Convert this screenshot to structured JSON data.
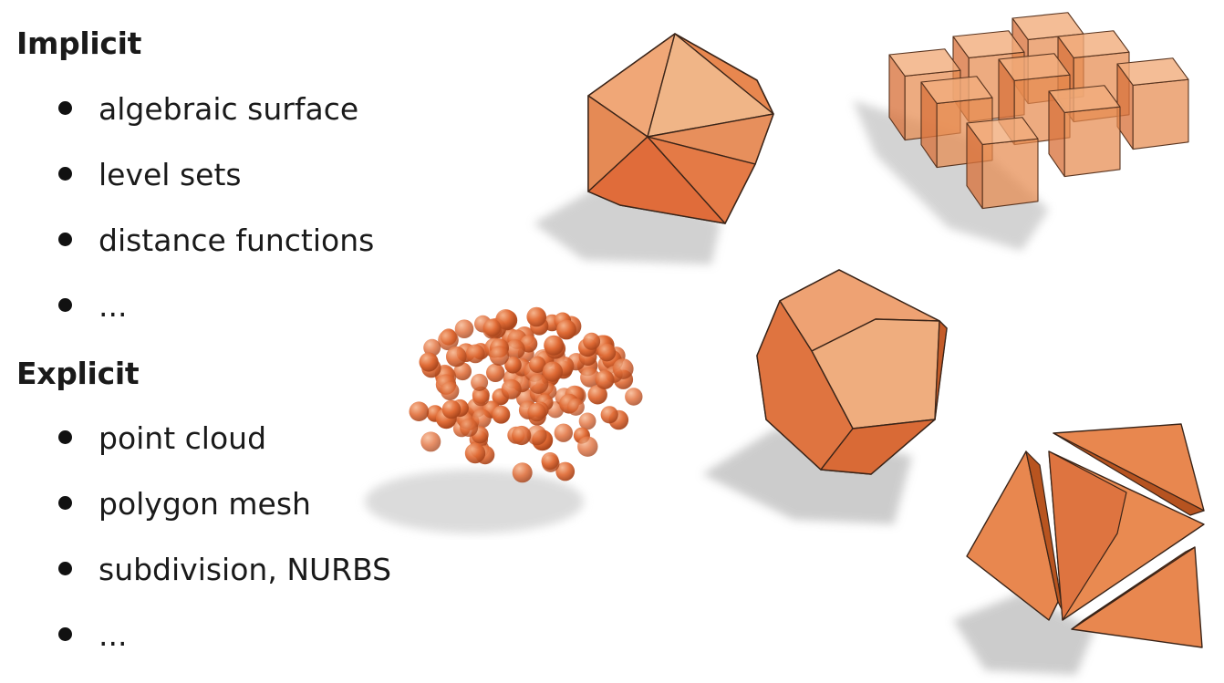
{
  "implicit": {
    "heading": "Implicit",
    "items": [
      "algebraic surface",
      "level sets",
      "distance functions",
      "..."
    ]
  },
  "explicit": {
    "heading": "Explicit",
    "items": [
      "point cloud",
      "polygon mesh",
      "subdivision, NURBS",
      "..."
    ]
  },
  "colors": {
    "shape_face": "#e8874f",
    "shape_dark": "#c9612c",
    "shape_light": "#f0b07f",
    "edge": "#3a2418",
    "shadow": "#c8c8c8"
  }
}
